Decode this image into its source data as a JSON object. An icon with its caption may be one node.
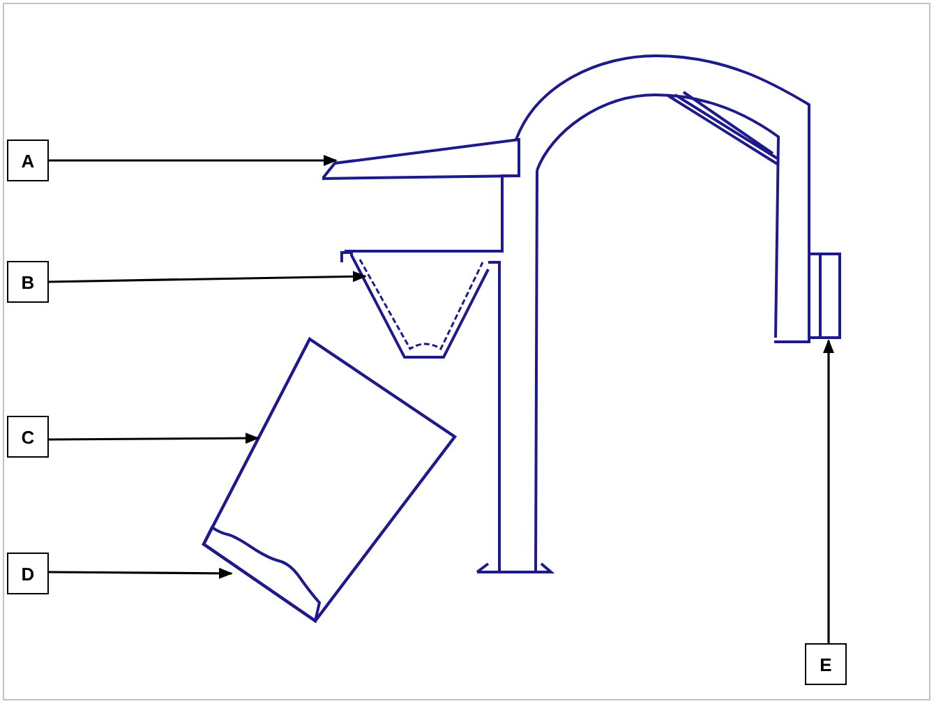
{
  "diagram": {
    "nodes": [
      {
        "text": [
          "A"
        ]
      },
      {
        "text": [
          "B"
        ]
      },
      {
        "text": [
          "C"
        ]
      },
      {
        "text": [
          "D"
        ]
      },
      {
        "text": [
          "E"
        ]
      },
      {
        "text": [],
        "shape": "bar"
      },
      {
        "text": [],
        "shape": "funnel"
      },
      {
        "text": [],
        "shape": "box"
      },
      {
        "text": [],
        "shape": "bar",
        "in": 7
      },
      {
        "text": [],
        "shape": "cylinder"
      }
    ],
    "edges": [
      {
        "from": 0,
        "to": 5,
        "arrow": "to"
      },
      {
        "from": 1,
        "to": 6,
        "arrow": "to"
      },
      {
        "from": 2,
        "to": 7,
        "arrow": "to"
      },
      {
        "from": 3,
        "to": 8,
        "arrow": "to"
      },
      {
        "from": 4,
        "to": 9,
        "arrow": "to"
      }
    ]
  }
}
